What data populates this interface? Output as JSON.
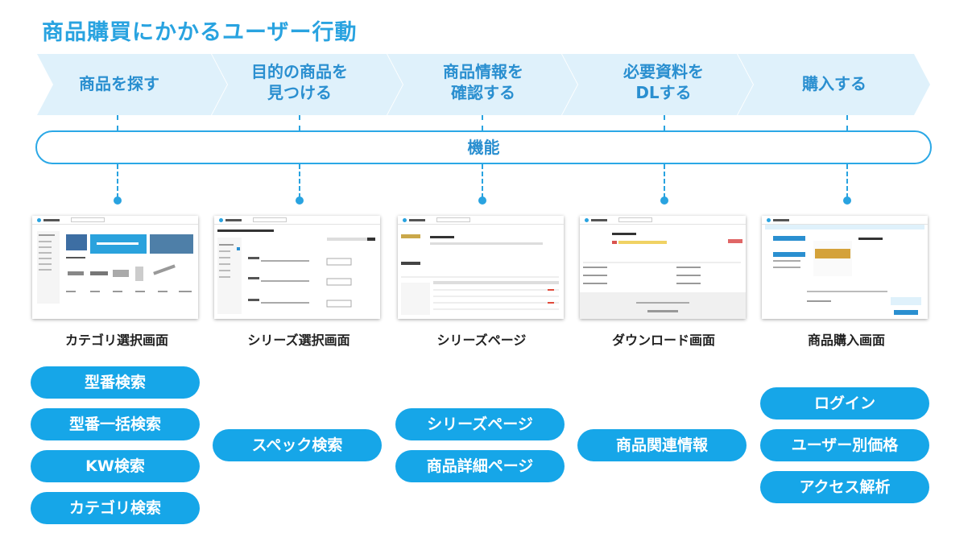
{
  "title": "商品購買にかかるユーザー行動",
  "steps": [
    {
      "line1": "商品を探す",
      "line2": ""
    },
    {
      "line1": "目的の商品を",
      "line2": "見つける"
    },
    {
      "line1": "商品情報を",
      "line2": "確認する"
    },
    {
      "line1": "必要資料を",
      "line2": "DLする"
    },
    {
      "line1": "購入する",
      "line2": ""
    }
  ],
  "band_label": "機能",
  "screens": [
    "カテゴリ選択画面",
    "シリーズ選択画面",
    "シリーズページ",
    "ダウンロード画面",
    "商品購入画面"
  ],
  "features": [
    [
      "型番検索",
      "型番一括検索",
      "KW検索",
      "カテゴリ検索"
    ],
    [
      "スペック検索"
    ],
    [
      "シリーズページ",
      "商品詳細ページ"
    ],
    [
      "商品関連情報"
    ],
    [
      "ログイン",
      "ユーザー別価格",
      "アクセス解析"
    ]
  ],
  "colors": {
    "accent": "#29a3e0",
    "arrow_fill": "#dff1fb",
    "pill": "#16a6e8"
  }
}
